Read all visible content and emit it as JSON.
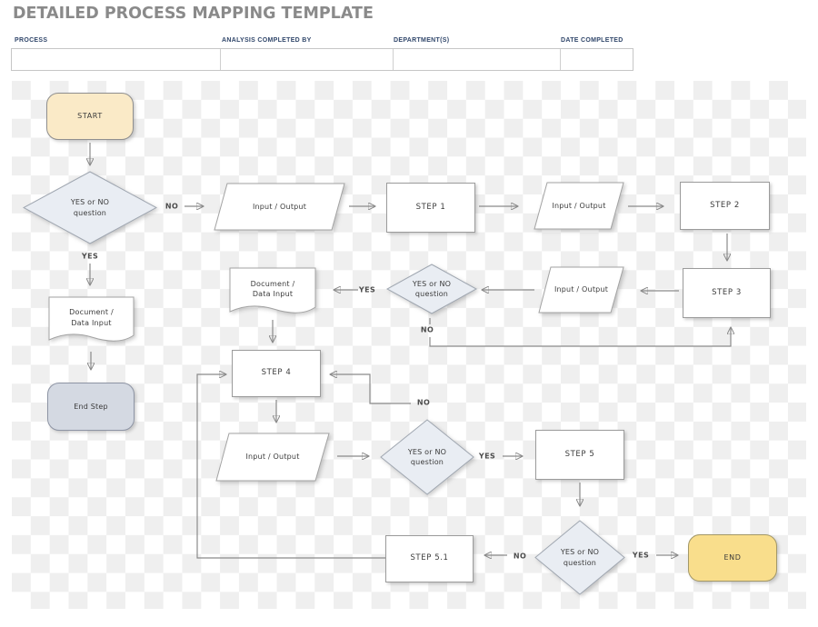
{
  "page": {
    "title": "DETAILED PROCESS MAPPING TEMPLATE"
  },
  "header_form": {
    "columns": [
      {
        "label": "PROCESS",
        "value": ""
      },
      {
        "label": "ANALYSIS COMPLETED BY",
        "value": ""
      },
      {
        "label": "DEPARTMENT(S)",
        "value": ""
      },
      {
        "label": "DATE COMPLETED",
        "value": ""
      }
    ]
  },
  "flowchart": {
    "nodes": [
      {
        "id": "start",
        "type": "terminator",
        "label": "START"
      },
      {
        "id": "decision-1",
        "type": "decision",
        "label": "YES or NO question"
      },
      {
        "id": "io-1",
        "type": "input-output",
        "label": "Input / Output"
      },
      {
        "id": "step-1",
        "type": "process",
        "label": "STEP 1"
      },
      {
        "id": "io-2",
        "type": "input-output",
        "label": "Input / Output"
      },
      {
        "id": "step-2",
        "type": "process",
        "label": "STEP 2"
      },
      {
        "id": "step-3",
        "type": "process",
        "label": "STEP 3"
      },
      {
        "id": "io-3",
        "type": "input-output",
        "label": "Input / Output"
      },
      {
        "id": "decision-2",
        "type": "decision",
        "label": "YES or NO question"
      },
      {
        "id": "document-2",
        "type": "document",
        "label": "Document / Data Input"
      },
      {
        "id": "document-1",
        "type": "document",
        "label": "Document / Data Input"
      },
      {
        "id": "end-step",
        "type": "terminator",
        "label": "End Step"
      },
      {
        "id": "step-4",
        "type": "process",
        "label": "STEP 4"
      },
      {
        "id": "io-4",
        "type": "input-output",
        "label": "Input / Output"
      },
      {
        "id": "decision-3",
        "type": "decision",
        "label": "YES or NO question"
      },
      {
        "id": "step-5",
        "type": "process",
        "label": "STEP 5"
      },
      {
        "id": "step-5-1",
        "type": "process",
        "label": "STEP 5.1"
      },
      {
        "id": "decision-4",
        "type": "decision",
        "label": "YES or NO question"
      },
      {
        "id": "end",
        "type": "terminator",
        "label": "END"
      }
    ],
    "edge_labels": [
      {
        "id": "no-1",
        "text": "NO"
      },
      {
        "id": "yes-1",
        "text": "YES"
      },
      {
        "id": "yes-2",
        "text": "YES"
      },
      {
        "id": "no-2",
        "text": "NO"
      },
      {
        "id": "no-3",
        "text": "NO"
      },
      {
        "id": "yes-3",
        "text": "YES"
      },
      {
        "id": "no-4",
        "text": "NO"
      },
      {
        "id": "yes-4",
        "text": "YES"
      }
    ],
    "colors": {
      "start_fill": "#faeac7",
      "end_fill": "#f9de8c",
      "end_step_fill": "#d4d9e2",
      "decision_fill": "#e9edf3",
      "process_fill": "#ffffff",
      "shape_border": "#9b9b9b",
      "connector": "#8a8a8a",
      "title_text": "#8a8a8a",
      "form_label_text": "#31476b",
      "checker_gray": "#efefef"
    }
  }
}
